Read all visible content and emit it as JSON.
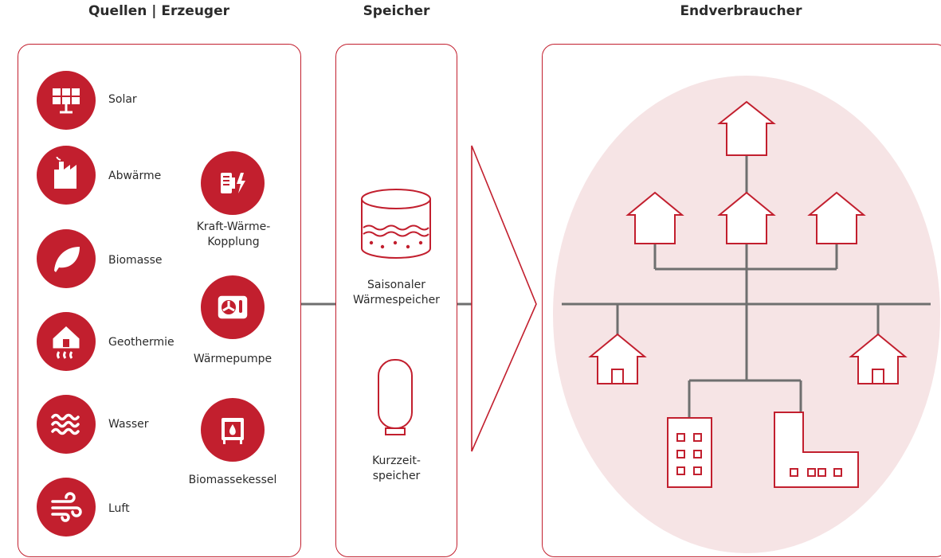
{
  "titles": {
    "sources": "Quellen | Erzeuger",
    "storage": "Speicher",
    "consumers": "Endverbraucher"
  },
  "sources": [
    {
      "label": "Solar",
      "icon": "solar-panel-icon"
    },
    {
      "label": "Abwärme",
      "icon": "factory-icon"
    },
    {
      "label": "Biomasse",
      "icon": "leaf-icon"
    },
    {
      "label": "Geothermie",
      "icon": "house-heat-icon"
    },
    {
      "label": "Wasser",
      "icon": "waves-icon"
    },
    {
      "label": "Luft",
      "icon": "wind-icon"
    }
  ],
  "generators": [
    {
      "label_line1": "Kraft-Wärme-",
      "label_line2": "Kopplung",
      "icon": "chp-icon"
    },
    {
      "label_line1": "Wärmepumpe",
      "label_line2": "",
      "icon": "heat-pump-icon"
    },
    {
      "label_line1": "Biomassekessel",
      "label_line2": "",
      "icon": "boiler-icon"
    }
  ],
  "storage": [
    {
      "label_line1": "Saisonaler",
      "label_line2": "Wärmespeicher",
      "icon": "seasonal-storage-icon"
    },
    {
      "label_line1": "Kurzzeit-",
      "label_line2": "speicher",
      "icon": "tank-icon"
    }
  ],
  "colors": {
    "accent": "#c21f2e",
    "line": "#6f6f6f",
    "bubble": "#f6e4e5",
    "text": "#2b2b2b"
  }
}
